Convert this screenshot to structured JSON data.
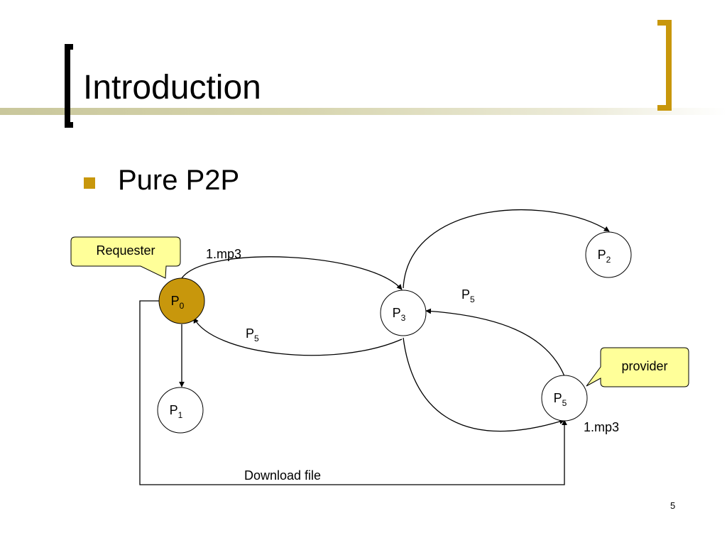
{
  "slide": {
    "title": "Introduction",
    "bullet": "Pure P2P",
    "page_number": "5"
  },
  "diagram": {
    "nodes": [
      {
        "id": "p0",
        "label": "P",
        "sub": "0",
        "highlight": true
      },
      {
        "id": "p1",
        "label": "P",
        "sub": "1",
        "highlight": false
      },
      {
        "id": "p2",
        "label": "P",
        "sub": "2",
        "highlight": false
      },
      {
        "id": "p3",
        "label": "P",
        "sub": "3",
        "highlight": false
      },
      {
        "id": "p5",
        "label": "P",
        "sub": "5",
        "highlight": false
      }
    ],
    "callouts": {
      "requester": "Requester",
      "provider": "provider"
    },
    "edge_labels": {
      "query_p0_p3": "1.mp3",
      "reply_p3_p0_main": "P",
      "reply_p3_p0_sub": "5",
      "reply_p5_p3_main": "P",
      "reply_p5_p3_sub": "5",
      "query_p3_p5": "1.mp3",
      "download": "Download file"
    },
    "colors": {
      "highlight_node": "#c8970c",
      "callout_fill": "#ffff99",
      "accent": "#c8970c"
    }
  }
}
